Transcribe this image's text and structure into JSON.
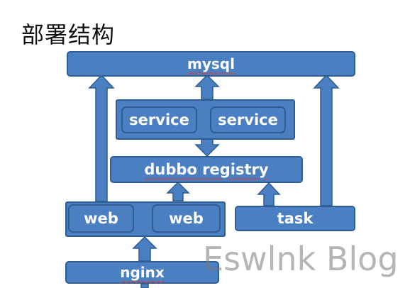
{
  "title": "部署结构",
  "nodes": {
    "mysql": "mysql",
    "service_left": "service",
    "service_right": "service",
    "dubbo_registry": "dubbo registry",
    "web_left": "web",
    "web_right": "web",
    "task": "task",
    "nginx": "nginx"
  },
  "watermark": "Eswlnk Blog",
  "colors": {
    "box_fill": "#4a7fc1",
    "box_border": "#2f5d92",
    "text": "#ffffff"
  }
}
